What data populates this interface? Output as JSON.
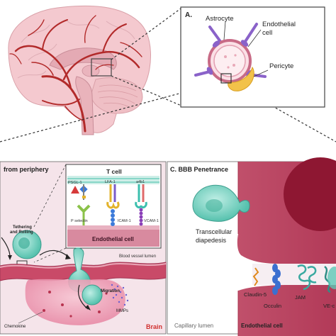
{
  "panel_a": {
    "letter": "A.",
    "astrocyte": "Astrocyte",
    "endothelial_line1": "Endothelial",
    "endothelial_line2": "cell",
    "pericyte": "Pericyte"
  },
  "panel_b": {
    "title": "from periphery",
    "tcell": "T cell",
    "psgl1": "PSGL-1",
    "lfa1": "LFA-1",
    "a4b1": "a4b1",
    "p_selectin": "P selectin",
    "icam1": "ICAM-1",
    "vcam1": "VCAM-1",
    "inset_endothelial": "Endothelial cell",
    "tethering": "Tethering",
    "and_rolling": "and Rolling",
    "blood_vessel_lumen": "Blood vessel lumen",
    "migration": "Migration",
    "mmps": "MMPs",
    "chemokine": "Chemokine",
    "brain": "Brain"
  },
  "panel_c": {
    "title": "C. BBB Penetrance",
    "transcellular": "Transcellular",
    "diapedesis": "diapedesis",
    "claudin5": "Claudin-5",
    "occulin": "Occulin",
    "jam": "JAM",
    "vec": "VE-c",
    "capillary_lumen": "Capillary lumen",
    "endothelial_cell": "Endothelial cell"
  },
  "colors": {
    "brain_fill": "#f4c9cf",
    "vessel": "#b22a2a",
    "tissue": "#c94a68",
    "membrane_pink": "#e7a6b6",
    "tcell_teal": "#5ec7b5",
    "astrocyte_purple": "#8a62c9",
    "pericyte_yellow": "#f2c24a"
  }
}
